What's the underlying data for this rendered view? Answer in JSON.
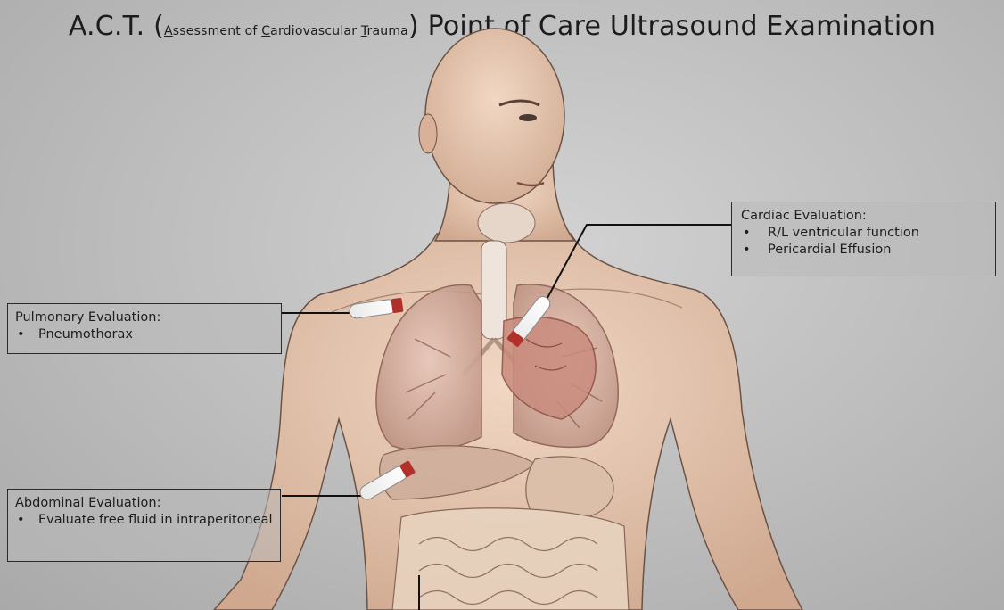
{
  "title": {
    "prefix": "A.C.T. (",
    "acronym": [
      {
        "initial": "A",
        "rest": "ssessment of "
      },
      {
        "initial": "C",
        "rest": "ardiovascular "
      },
      {
        "initial": "T",
        "rest": "rauma"
      }
    ],
    "suffix": ") Point of Care Ultrasound Examination"
  },
  "callouts": {
    "cardiac": {
      "heading": "Cardiac Evaluation:",
      "items": [
        "R/L ventricular function",
        "Pericardial Effusion"
      ]
    },
    "pulmonary": {
      "heading": "Pulmonary Evaluation:",
      "items": [
        "Pneumothorax"
      ]
    },
    "abdominal": {
      "heading": "Abdominal Evaluation:",
      "items": [
        "Evaluate free fluid in intraperitoneal"
      ]
    }
  },
  "colors": {
    "background": "#bcbcbc",
    "skin": "#e9c9b1",
    "lung": "#d9b2a6",
    "heart": "#c98b7c",
    "probe_tip": "#b0302a"
  },
  "icon_names": [
    "ultrasound-probe-icon"
  ]
}
